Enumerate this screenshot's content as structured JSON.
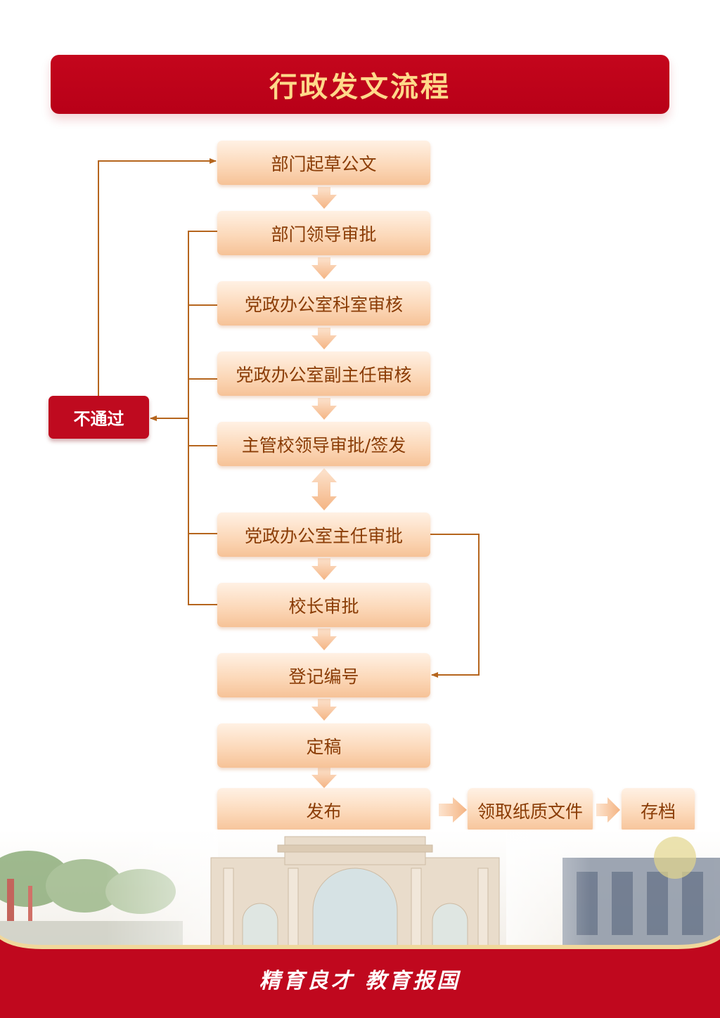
{
  "title": "行政发文流程",
  "steps": [
    "部门起草公文",
    "部门领导审批",
    "党政办公室科室审核",
    "党政办公室副主任审核",
    "主管校领导审批/签发",
    "党政办公室主任审批",
    "校长审批",
    "登记编号",
    "定稿",
    "发布",
    "领取纸质文件",
    "存档"
  ],
  "reject_label": "不通过",
  "slogan": "精育良才 教育报国",
  "colors": {
    "brand_red": "#c0081e",
    "title_text": "#ffd98a",
    "step_text": "#8a3c06",
    "connector": "#b5651d",
    "arrow": "#f6bf92"
  }
}
